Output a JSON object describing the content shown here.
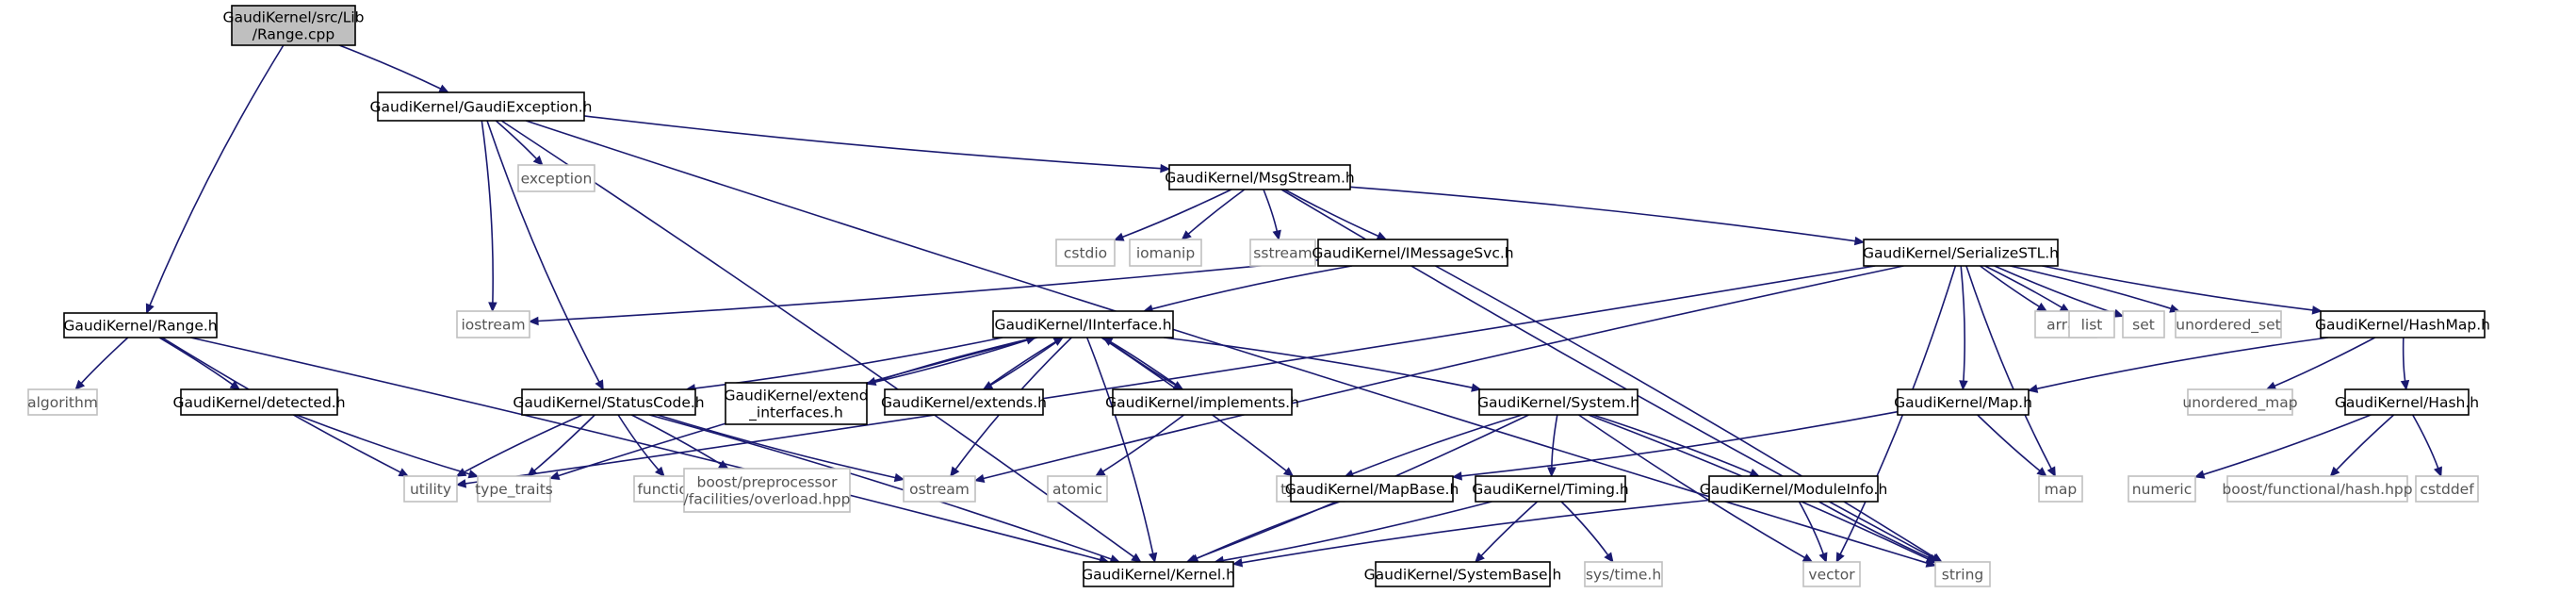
{
  "graph_title": "GaudiKernel/src/Lib/Range.cpp",
  "colors": {
    "edge": "#191970",
    "box_border": "#000000",
    "root_fill": "#bfbfbf",
    "external_border": "#bfbfbf"
  },
  "nodes": {
    "root": {
      "lines": [
        "GaudiKernel/src/Lib",
        "/Range.cpp"
      ],
      "kind": "root"
    },
    "gaudiexception": {
      "lines": [
        "GaudiKernel/GaudiException.h"
      ],
      "kind": "header"
    },
    "range": {
      "lines": [
        "GaudiKernel/Range.h"
      ],
      "kind": "header"
    },
    "exception": {
      "lines": [
        "exception"
      ],
      "kind": "external"
    },
    "msgstream": {
      "lines": [
        "GaudiKernel/MsgStream.h"
      ],
      "kind": "header"
    },
    "cstdio": {
      "lines": [
        "cstdio"
      ],
      "kind": "external"
    },
    "iomanip": {
      "lines": [
        "iomanip"
      ],
      "kind": "external"
    },
    "sstream": {
      "lines": [
        "sstream"
      ],
      "kind": "external"
    },
    "imessagesvc": {
      "lines": [
        "GaudiKernel/IMessageSvc.h"
      ],
      "kind": "header"
    },
    "serializestl": {
      "lines": [
        "GaudiKernel/SerializeSTL.h"
      ],
      "kind": "header"
    },
    "iostream": {
      "lines": [
        "iostream"
      ],
      "kind": "external"
    },
    "iinterface": {
      "lines": [
        "GaudiKernel/IInterface.h"
      ],
      "kind": "header"
    },
    "array": {
      "lines": [
        "array"
      ],
      "kind": "external"
    },
    "list": {
      "lines": [
        "list"
      ],
      "kind": "external"
    },
    "set": {
      "lines": [
        "set"
      ],
      "kind": "external"
    },
    "unordered_set": {
      "lines": [
        "unordered_set"
      ],
      "kind": "external"
    },
    "hashmap": {
      "lines": [
        "GaudiKernel/HashMap.h"
      ],
      "kind": "header"
    },
    "algorithm": {
      "lines": [
        "algorithm"
      ],
      "kind": "external"
    },
    "detected": {
      "lines": [
        "GaudiKernel/detected.h"
      ],
      "kind": "header"
    },
    "statuscode": {
      "lines": [
        "GaudiKernel/StatusCode.h"
      ],
      "kind": "header"
    },
    "extend_interfaces": {
      "lines": [
        "GaudiKernel/extend",
        "_interfaces.h"
      ],
      "kind": "header"
    },
    "extends": {
      "lines": [
        "GaudiKernel/extends.h"
      ],
      "kind": "header"
    },
    "implements": {
      "lines": [
        "GaudiKernel/implements.h"
      ],
      "kind": "header"
    },
    "system": {
      "lines": [
        "GaudiKernel/System.h"
      ],
      "kind": "header"
    },
    "map_h": {
      "lines": [
        "GaudiKernel/Map.h"
      ],
      "kind": "header"
    },
    "unordered_map": {
      "lines": [
        "unordered_map"
      ],
      "kind": "external"
    },
    "hash": {
      "lines": [
        "GaudiKernel/Hash.h"
      ],
      "kind": "header"
    },
    "utility": {
      "lines": [
        "utility"
      ],
      "kind": "external"
    },
    "type_traits": {
      "lines": [
        "type_traits"
      ],
      "kind": "external"
    },
    "functional": {
      "lines": [
        "functional"
      ],
      "kind": "external"
    },
    "boostpp": {
      "lines": [
        "boost/preprocessor",
        "/facilities/overload.hpp"
      ],
      "kind": "external"
    },
    "ostream": {
      "lines": [
        "ostream"
      ],
      "kind": "external"
    },
    "atomic": {
      "lines": [
        "atomic"
      ],
      "kind": "external"
    },
    "typeinfo": {
      "lines": [
        "typeinfo"
      ],
      "kind": "external"
    },
    "mapbase": {
      "lines": [
        "GaudiKernel/MapBase.h"
      ],
      "kind": "header"
    },
    "timing": {
      "lines": [
        "GaudiKernel/Timing.h"
      ],
      "kind": "header"
    },
    "moduleinfo": {
      "lines": [
        "GaudiKernel/ModuleInfo.h"
      ],
      "kind": "header"
    },
    "map": {
      "lines": [
        "map"
      ],
      "kind": "external"
    },
    "numeric": {
      "lines": [
        "numeric"
      ],
      "kind": "external"
    },
    "boosthash": {
      "lines": [
        "boost/functional/hash.hpp"
      ],
      "kind": "external"
    },
    "cstddef": {
      "lines": [
        "cstddef"
      ],
      "kind": "external"
    },
    "kernel": {
      "lines": [
        "GaudiKernel/Kernel.h"
      ],
      "kind": "header"
    },
    "systembase": {
      "lines": [
        "GaudiKernel/SystemBase.h"
      ],
      "kind": "header"
    },
    "systime": {
      "lines": [
        "sys/time.h"
      ],
      "kind": "external"
    },
    "vector": {
      "lines": [
        "vector"
      ],
      "kind": "external"
    },
    "string": {
      "lines": [
        "string"
      ],
      "kind": "external"
    }
  },
  "edges": [
    [
      "root",
      "gaudiexception"
    ],
    [
      "root",
      "range"
    ],
    [
      "gaudiexception",
      "exception"
    ],
    [
      "gaudiexception",
      "msgstream"
    ],
    [
      "gaudiexception",
      "iostream"
    ],
    [
      "gaudiexception",
      "statuscode"
    ],
    [
      "gaudiexception",
      "kernel"
    ],
    [
      "gaudiexception",
      "string"
    ],
    [
      "msgstream",
      "cstdio"
    ],
    [
      "msgstream",
      "iomanip"
    ],
    [
      "msgstream",
      "sstream"
    ],
    [
      "msgstream",
      "imessagesvc"
    ],
    [
      "msgstream",
      "serializestl"
    ],
    [
      "msgstream",
      "string"
    ],
    [
      "imessagesvc",
      "iostream"
    ],
    [
      "imessagesvc",
      "iinterface"
    ],
    [
      "imessagesvc",
      "string"
    ],
    [
      "serializestl",
      "array"
    ],
    [
      "serializestl",
      "list"
    ],
    [
      "serializestl",
      "set"
    ],
    [
      "serializestl",
      "unordered_set"
    ],
    [
      "serializestl",
      "hashmap"
    ],
    [
      "serializestl",
      "map_h"
    ],
    [
      "serializestl",
      "map"
    ],
    [
      "serializestl",
      "vector"
    ],
    [
      "serializestl",
      "ostream"
    ],
    [
      "serializestl",
      "utility"
    ],
    [
      "range",
      "algorithm"
    ],
    [
      "range",
      "detected"
    ],
    [
      "range",
      "utility"
    ],
    [
      "range",
      "kernel"
    ],
    [
      "detected",
      "type_traits"
    ],
    [
      "iinterface",
      "statuscode"
    ],
    [
      "iinterface",
      "extend_interfaces"
    ],
    [
      "iinterface",
      "extends"
    ],
    [
      "iinterface",
      "implements"
    ],
    [
      "iinterface",
      "system"
    ],
    [
      "iinterface",
      "ostream"
    ],
    [
      "iinterface",
      "typeinfo"
    ],
    [
      "iinterface",
      "type_traits"
    ],
    [
      "iinterface",
      "kernel"
    ],
    [
      "extend_interfaces",
      "iinterface"
    ],
    [
      "extends",
      "iinterface"
    ],
    [
      "implements",
      "iinterface"
    ],
    [
      "implements",
      "atomic"
    ],
    [
      "statuscode",
      "utility"
    ],
    [
      "statuscode",
      "type_traits"
    ],
    [
      "statuscode",
      "functional"
    ],
    [
      "statuscode",
      "boostpp"
    ],
    [
      "statuscode",
      "ostream"
    ],
    [
      "statuscode",
      "kernel"
    ],
    [
      "system",
      "typeinfo"
    ],
    [
      "system",
      "kernel"
    ],
    [
      "system",
      "timing"
    ],
    [
      "system",
      "moduleinfo"
    ],
    [
      "system",
      "vector"
    ],
    [
      "system",
      "string"
    ],
    [
      "hashmap",
      "map_h"
    ],
    [
      "hashmap",
      "unordered_map"
    ],
    [
      "hashmap",
      "hash"
    ],
    [
      "map_h",
      "mapbase"
    ],
    [
      "map_h",
      "map"
    ],
    [
      "hash",
      "numeric"
    ],
    [
      "hash",
      "boosthash"
    ],
    [
      "hash",
      "cstddef"
    ],
    [
      "mapbase",
      "kernel"
    ],
    [
      "timing",
      "kernel"
    ],
    [
      "timing",
      "systembase"
    ],
    [
      "timing",
      "systime"
    ],
    [
      "moduleinfo",
      "kernel"
    ],
    [
      "moduleinfo",
      "vector"
    ],
    [
      "moduleinfo",
      "string"
    ]
  ]
}
